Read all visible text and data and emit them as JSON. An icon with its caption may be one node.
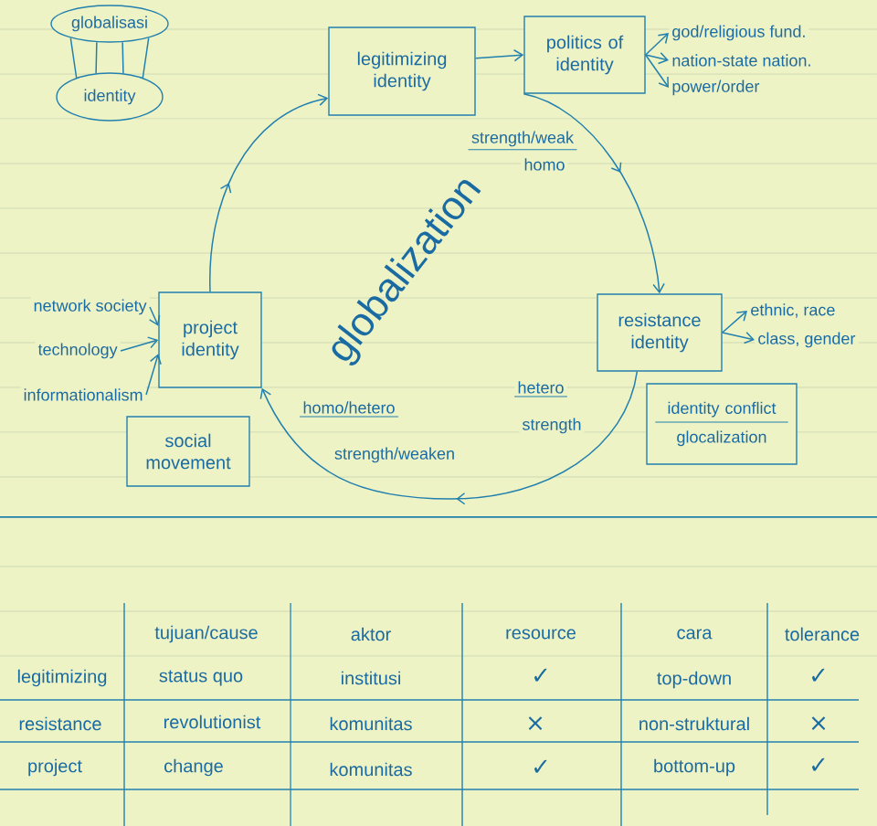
{
  "diagram": {
    "nodes": [
      {
        "text": [
          "globalisasi"
        ]
      },
      {
        "text": [
          "identity"
        ]
      },
      {
        "text": [
          "legitimizing identity"
        ]
      },
      {
        "text": [
          "politics of identity"
        ]
      },
      {
        "text": [
          "god/religious fund."
        ]
      },
      {
        "text": [
          "nation-state nation."
        ]
      },
      {
        "text": [
          "power/order"
        ]
      },
      {
        "text": [
          "resistance identity"
        ]
      },
      {
        "text": [
          "ethnic, race"
        ]
      },
      {
        "text": [
          "class, gender"
        ]
      },
      {
        "text": [
          "identity conflict",
          "glocalization"
        ]
      },
      {
        "text": [
          "project identity"
        ]
      },
      {
        "text": [
          "network society"
        ]
      },
      {
        "text": [
          "technology"
        ]
      },
      {
        "text": [
          "informationalism"
        ]
      },
      {
        "text": [
          "social movement"
        ]
      }
    ],
    "edges": [
      {
        "from": 0,
        "to": 1,
        "arrow": "none"
      },
      {
        "from": 0,
        "to": 1,
        "arrow": "none"
      },
      {
        "from": 0,
        "to": 1,
        "arrow": "none"
      },
      {
        "from": 0,
        "to": 1,
        "arrow": "none"
      },
      {
        "from": 2,
        "to": 3,
        "arrow": "to"
      },
      {
        "from": 3,
        "to": 4,
        "arrow": "to"
      },
      {
        "from": 3,
        "to": 5,
        "arrow": "to"
      },
      {
        "from": 3,
        "to": 6,
        "arrow": "to"
      },
      {
        "from": 3,
        "to": 7,
        "arrow": "to"
      },
      {
        "from": 7,
        "to": 11,
        "arrow": "to"
      },
      {
        "from": 11,
        "to": 2,
        "arrow": "to"
      },
      {
        "from": 12,
        "to": 11,
        "arrow": "to"
      },
      {
        "from": 13,
        "to": 11,
        "arrow": "to"
      },
      {
        "from": 14,
        "to": 11,
        "arrow": "to"
      },
      {
        "from": 7,
        "to": 8,
        "arrow": "to"
      },
      {
        "from": 7,
        "to": 9,
        "arrow": "to"
      }
    ],
    "labels": [
      "strength/weak",
      "homo",
      "globalization",
      "hetero",
      "strength",
      "homo/hetero",
      "strength/weaken",
      "tujuan/cause",
      "aktor",
      "resource",
      "cara",
      "tolerance",
      "legitimizing",
      "status quo",
      "institusi",
      "✓",
      "top-down",
      "✓",
      "resistance",
      "revolutionist",
      "komunitas",
      "×",
      "non-struktural",
      "×",
      "project",
      "change",
      "komunitas",
      "✓",
      "bottom-up",
      "✓"
    ]
  }
}
